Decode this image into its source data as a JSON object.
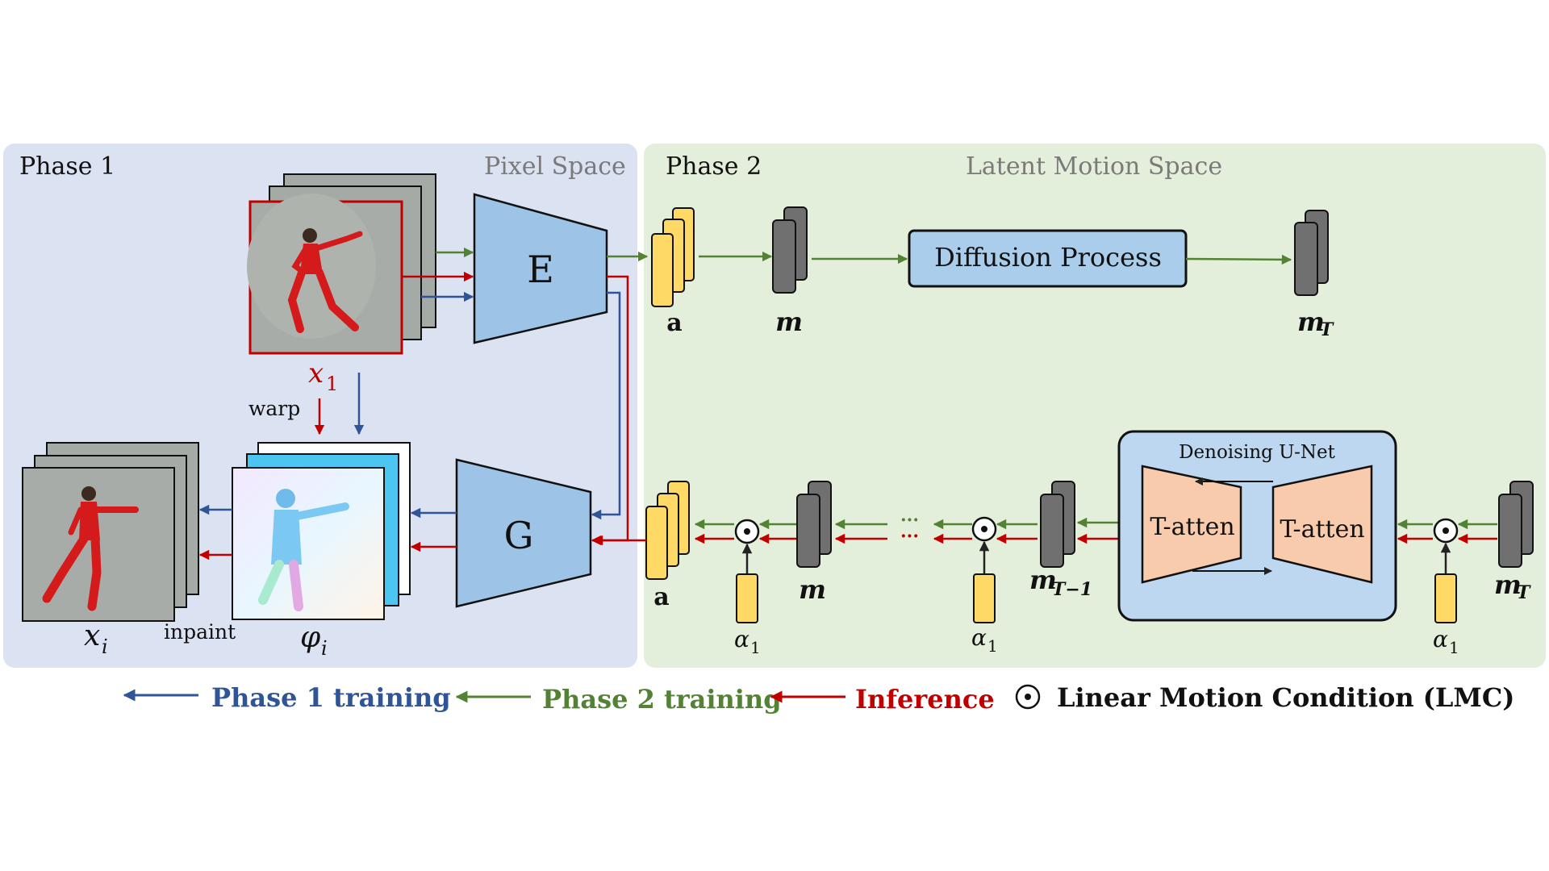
{
  "phase1": {
    "title": "Phase 1",
    "space": "Pixel Space"
  },
  "phase2": {
    "title": "Phase 2",
    "space": "Latent Motion Space"
  },
  "labels": {
    "x1_base": "x",
    "x1_sub": "1",
    "xi_base": "x",
    "xi_sub": "i",
    "phi_base": "φ",
    "phi_sub": "i",
    "warp": "warp",
    "inpaint": "inpaint",
    "encoder": "E",
    "generator": "G",
    "diffusion": "Diffusion Process",
    "unet": "Denoising U-Net",
    "tatten_left": "T-atten",
    "tatten_right": "T-atten",
    "a_top": "a",
    "a_bottom": "a",
    "m_top": "m",
    "m_bottom": "m",
    "mT_top_base": "m",
    "mT_top_sub": "T",
    "mT_bottom_base": "m",
    "mT_bottom_sub": "T",
    "mT1_base": "m",
    "mT1_sub": "T−1",
    "alpha_base": "α",
    "alpha_sub": "1",
    "dots": "···"
  },
  "legend": {
    "phase1_training": "Phase 1 training",
    "phase2_training": "Phase 2 training",
    "inference": "Inference",
    "lmc": "Linear Motion Condition (LMC)"
  },
  "colors": {
    "phase1_bg": "#dbe2f2",
    "phase2_bg": "#e3efda",
    "blue": "#2f5597",
    "green": "#548235",
    "red": "#c00000",
    "block_blue": "#9dc3e6",
    "yellow": "#ffd966",
    "dark_gray": "#707070",
    "salmon": "#f8cbad"
  }
}
